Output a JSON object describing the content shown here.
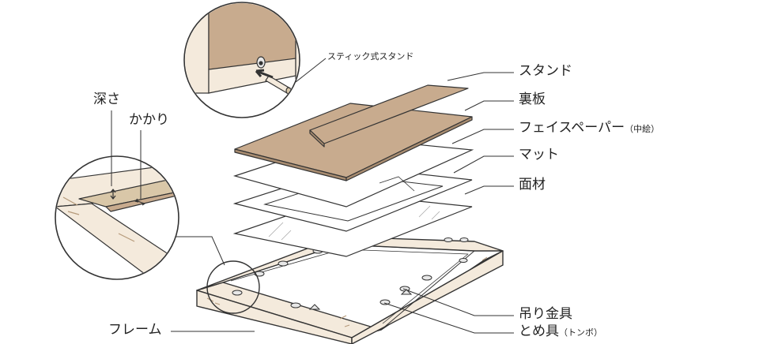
{
  "labels": {
    "stand": "スタンド",
    "back_board": "裏板",
    "face_paper": "フェイスペーパー",
    "face_paper_note": "（中絵）",
    "mat": "マット",
    "glazing": "面材",
    "hanger": "吊り金具",
    "clip": "とめ具",
    "clip_note": "（トンボ）",
    "frame": "フレーム",
    "depth": "深さ",
    "rebate": "かかり",
    "stick_stand": "スティック式スタンド"
  },
  "colors": {
    "outline": "#333333",
    "wood": "#f4eadc",
    "wood_dark": "#d9c7a8",
    "board": "#c8ab8e",
    "board_edge": "#a88c70",
    "sheet": "#ffffff"
  }
}
